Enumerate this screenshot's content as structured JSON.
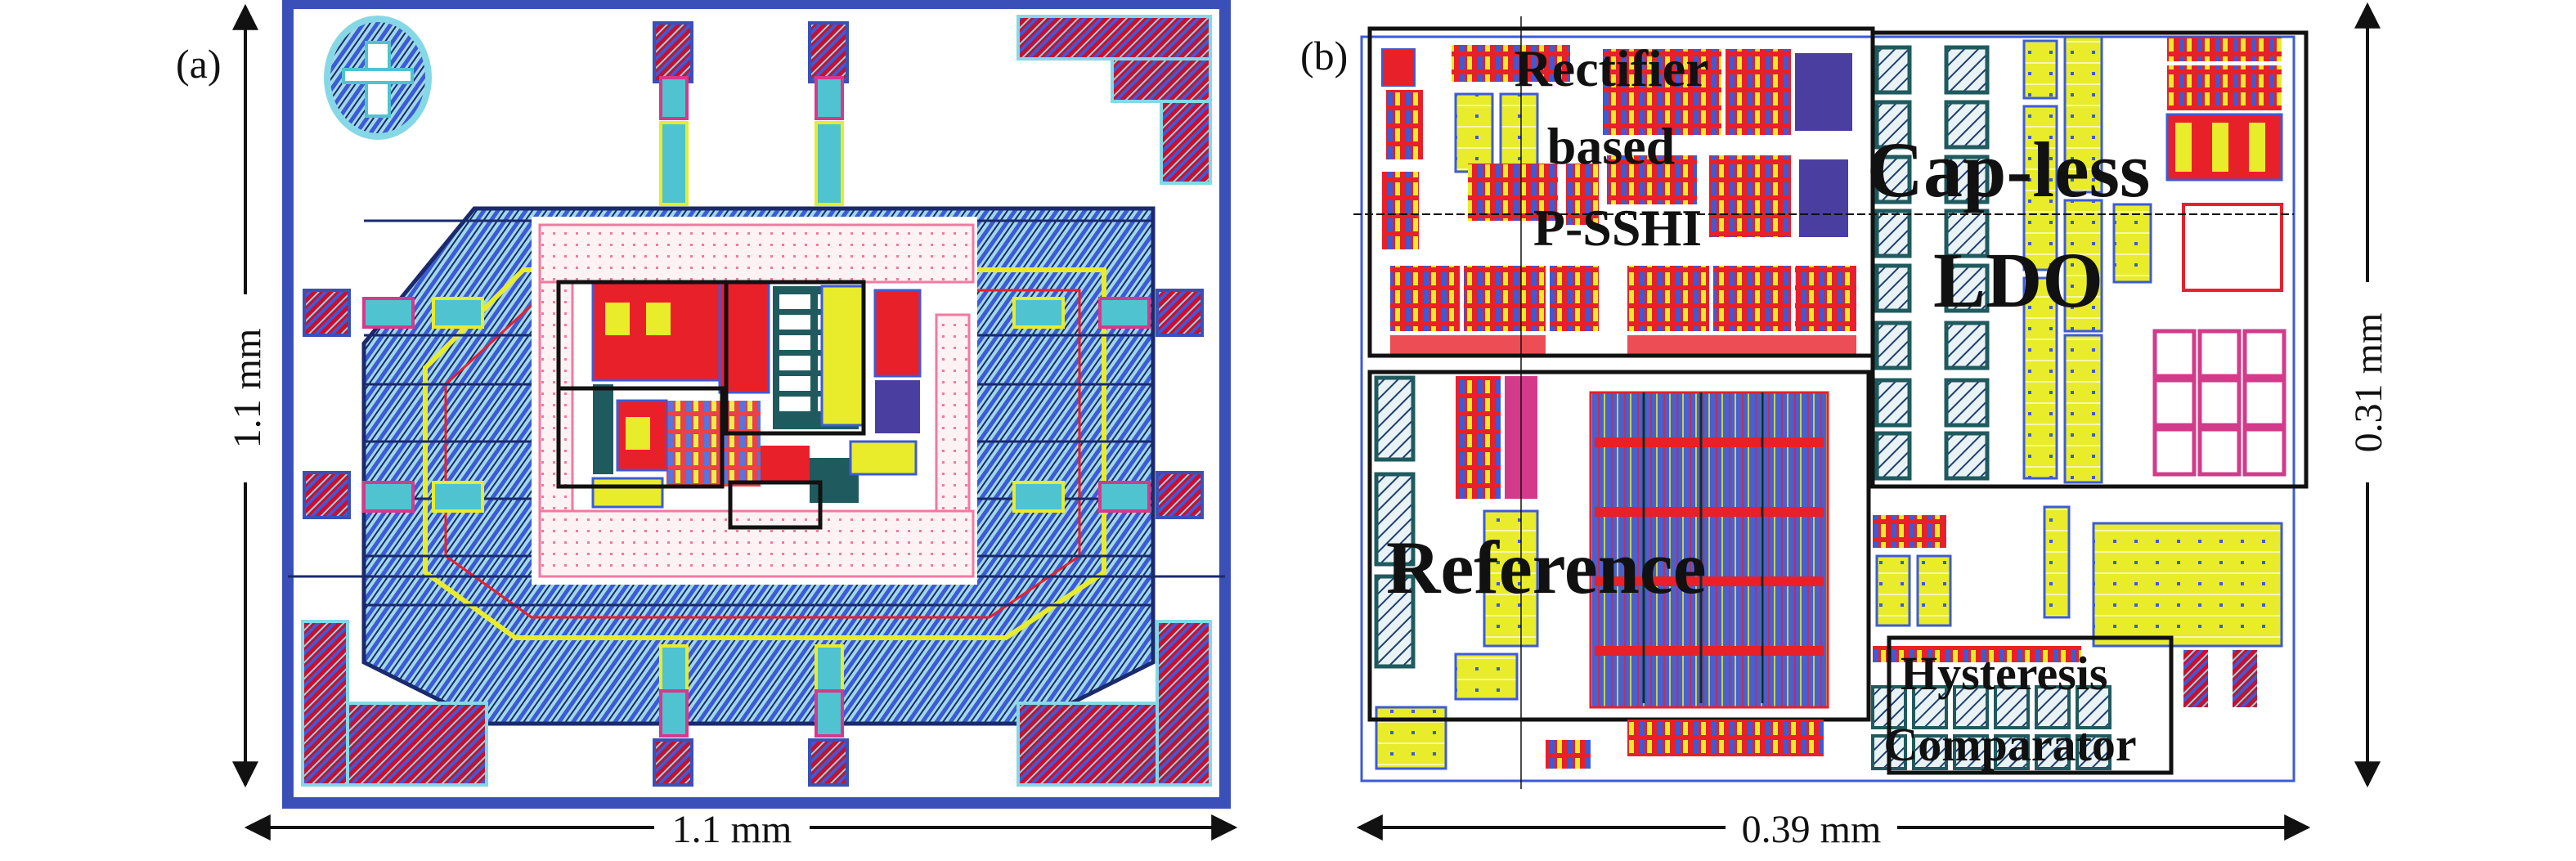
{
  "figure": {
    "panel_a": {
      "tag": "(a)",
      "width_label": "1.1 mm",
      "height_label": "1.1 mm",
      "description": "Full chip layout with pad ring"
    },
    "panel_b": {
      "tag": "(b)",
      "width_label": "0.39 mm",
      "height_label": "0.31 mm",
      "blocks": [
        {
          "id": "rectifier",
          "lines": [
            "Rectifier",
            "based",
            "P-SSHI"
          ]
        },
        {
          "id": "ldo",
          "lines": [
            "Cap-less",
            "LDO"
          ]
        },
        {
          "id": "reference",
          "lines": [
            "Reference"
          ]
        },
        {
          "id": "comparator",
          "lines": [
            "Hysteresis",
            "Comparator"
          ]
        }
      ]
    },
    "colors": {
      "pad_ring_blue": "#3b4fb8",
      "pad_red": "#c8102e",
      "cyan_fill": "#4fc3d0",
      "metal_teal": "#2f8fa3",
      "poly_yellow": "#e8ec2a",
      "active_red": "#e8202a",
      "metal_blue": "#3d5bd6",
      "magenta": "#d43a8a",
      "dark_teal": "#1f5a5e",
      "pink_ring": "#f07aa0"
    }
  }
}
